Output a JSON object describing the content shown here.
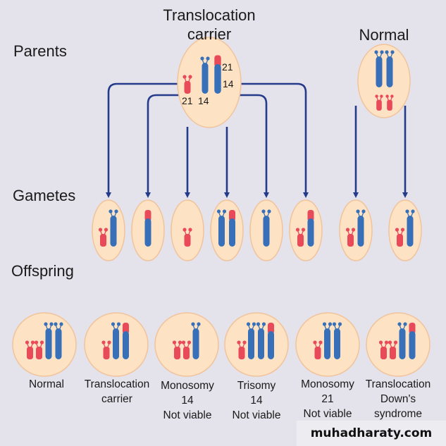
{
  "colors": {
    "background": "#e4e2ea",
    "cell_fill": "#fde3c4",
    "cell_stroke": "#f2c39a",
    "chr14": "#3770b8",
    "chr21": "#e84a5a",
    "arrow": "#243b8c",
    "text": "#1a1a1a"
  },
  "row_labels": {
    "parents": "Parents",
    "gametes": "Gametes",
    "offspring": "Offspring"
  },
  "parents": [
    {
      "name": "translocation-carrier",
      "title_lines": [
        "Translocation",
        "carrier"
      ],
      "chromosomes": [
        "21",
        "14",
        "14/21"
      ],
      "chromosome_labels": [
        "21",
        "14",
        "21",
        "14"
      ]
    },
    {
      "name": "normal",
      "title_lines": [
        "Normal"
      ],
      "chromosomes": [
        "14",
        "14",
        "21",
        "21"
      ]
    }
  ],
  "gametes": [
    {
      "from": "translocation-carrier",
      "chromosomes": [
        "21",
        "14"
      ]
    },
    {
      "from": "translocation-carrier",
      "chromosomes": [
        "14/21"
      ]
    },
    {
      "from": "translocation-carrier",
      "chromosomes": [
        "21"
      ]
    },
    {
      "from": "translocation-carrier",
      "chromosomes": [
        "14",
        "14/21"
      ]
    },
    {
      "from": "translocation-carrier",
      "chromosomes": [
        "14"
      ]
    },
    {
      "from": "translocation-carrier",
      "chromosomes": [
        "21",
        "14/21"
      ]
    },
    {
      "from": "normal",
      "chromosomes": [
        "21",
        "14"
      ]
    },
    {
      "from": "normal",
      "chromosomes": [
        "21",
        "14"
      ]
    }
  ],
  "offspring": [
    {
      "caption": [
        "Normal"
      ],
      "chromosomes": [
        "21",
        "21",
        "14",
        "14"
      ]
    },
    {
      "caption": [
        "Translocation",
        "carrier"
      ],
      "chromosomes": [
        "21",
        "14",
        "14/21"
      ]
    },
    {
      "caption": [
        "Monosomy",
        "14",
        "Not viable"
      ],
      "chromosomes": [
        "21",
        "21",
        "14"
      ]
    },
    {
      "caption": [
        "Trisomy",
        "14",
        "Not viable"
      ],
      "chromosomes": [
        "21",
        "14",
        "14",
        "14/21"
      ]
    },
    {
      "caption": [
        "Monosomy",
        "21",
        "Not viable"
      ],
      "chromosomes": [
        "21",
        "14",
        "14"
      ]
    },
    {
      "caption": [
        "Translocation",
        "Down's",
        "syndrome"
      ],
      "chromosomes": [
        "21",
        "21",
        "14",
        "14/21"
      ]
    }
  ],
  "watermark": "muhadharaty.com"
}
